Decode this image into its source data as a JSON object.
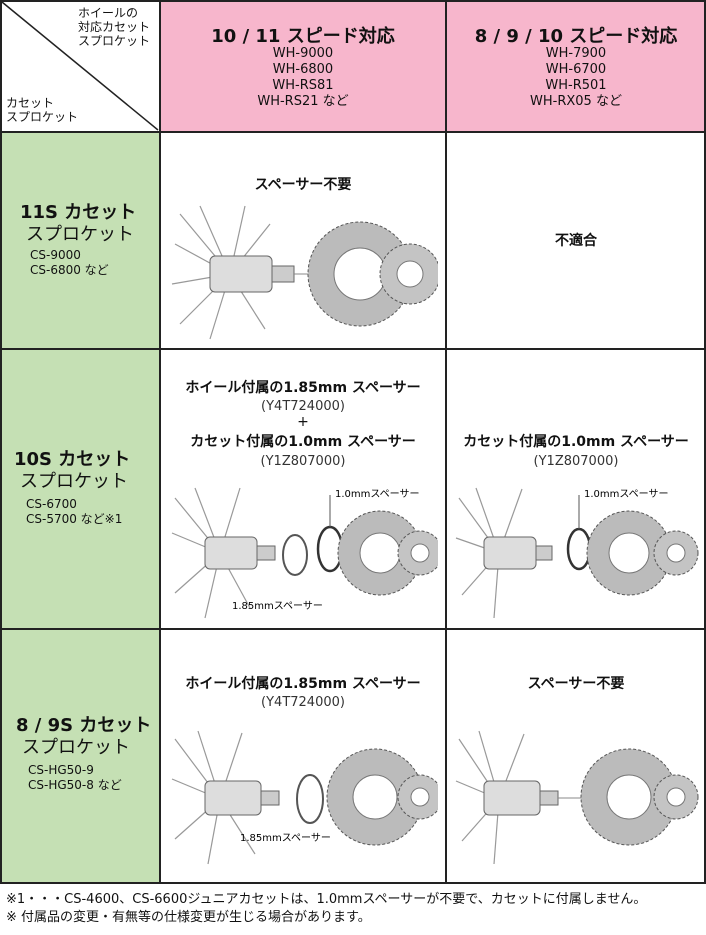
{
  "corner": {
    "top_lines": [
      "ホイールの",
      "対応カセット",
      "スプロケット"
    ],
    "bottom_lines": [
      "カセット",
      "スプロケット"
    ]
  },
  "columns": [
    {
      "title": "10 / 11 スピード対応",
      "models": [
        "WH-9000",
        "WH-6800",
        "WH-RS81",
        "WH-RS21  など"
      ]
    },
    {
      "title": "8 / 9 / 10 スピード対応",
      "models": [
        "WH-7900",
        "WH-6700",
        "WH-R501",
        "WH-RX05  など"
      ]
    }
  ],
  "rows": [
    {
      "title_lines": [
        "11S カセット",
        "スプロケット"
      ],
      "models": [
        "CS-9000",
        "CS-6800  など"
      ],
      "col1": {
        "lines": [
          "スペーサー不要"
        ]
      },
      "col2": {
        "lines": [
          "不適合"
        ]
      }
    },
    {
      "title_lines": [
        "10S カセット",
        "スプロケット"
      ],
      "models": [
        "CS-6700",
        "CS-5700  など※1"
      ],
      "col1": {
        "line1": "ホイール付属の1.85mm スペーサー",
        "line2": "(Y4T724000)",
        "line3": "+",
        "line4": "カセット付属の1.0mm スペーサー",
        "line5": "(Y1Z807000)",
        "label_small": "1.0mmスペーサー",
        "label_large": "1.85mmスペーサー"
      },
      "col2": {
        "line1": "カセット付属の1.0mm スペーサー",
        "line2": "(Y1Z807000)",
        "label_small": "1.0mmスペーサー"
      }
    },
    {
      "title_lines": [
        "8 / 9S カセット",
        "スプロケット"
      ],
      "models": [
        "CS-HG50-9",
        "CS-HG50-8  など"
      ],
      "col1": {
        "line1": "ホイール付属の1.85mm スペーサー",
        "line2": "(Y4T724000)",
        "label_large": "1.85mmスペーサー"
      },
      "col2": {
        "line1": "スペーサー不要"
      }
    }
  ],
  "footnotes": [
    "※1・・・CS-4600、CS-6600ジュニアカセットは、1.0mmスペーサーが不要で、カセットに付属しません。",
    "※ 付属品の変更・有無等の仕様変更が生じる場合があります。"
  ],
  "colors": {
    "header_pink": "#f7b6cc",
    "row_green": "#c5e0b4",
    "border": "#222222"
  }
}
